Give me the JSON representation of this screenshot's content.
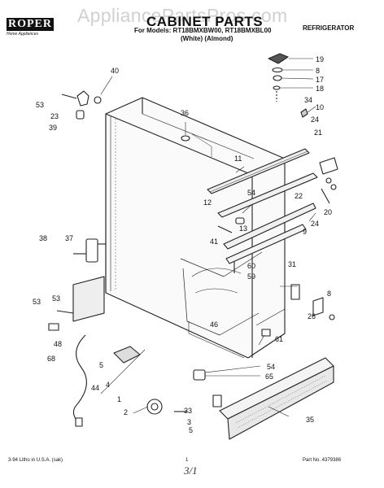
{
  "header": {
    "brand": "ROPER",
    "brand_tagline": "Home Appliances",
    "title": "CABINET PARTS",
    "models_line": "For Models: RT18BMXBW00, RT18BMXBL00",
    "variants_line": "(White)   (Almond)",
    "category": "REFRIGERATOR"
  },
  "watermark": "AppliancePartsPros.com",
  "footer": {
    "left": "3-94 Litho in U.S.A. (sak)",
    "page": "1",
    "part_no": "Part No. 4379386"
  },
  "handwritten_note": "3/1",
  "callouts": [
    "19",
    "8",
    "17",
    "18",
    "34",
    "10",
    "40",
    "53",
    "23",
    "39",
    "36",
    "11",
    "24",
    "21",
    "22",
    "12",
    "54",
    "13",
    "41",
    "20",
    "24",
    "9",
    "38",
    "37",
    "60",
    "59",
    "31",
    "8",
    "26",
    "53",
    "53",
    "68",
    "48",
    "5",
    "4",
    "46",
    "61",
    "44",
    "1",
    "54",
    "65",
    "2",
    "33",
    "3",
    "5",
    "35"
  ]
}
